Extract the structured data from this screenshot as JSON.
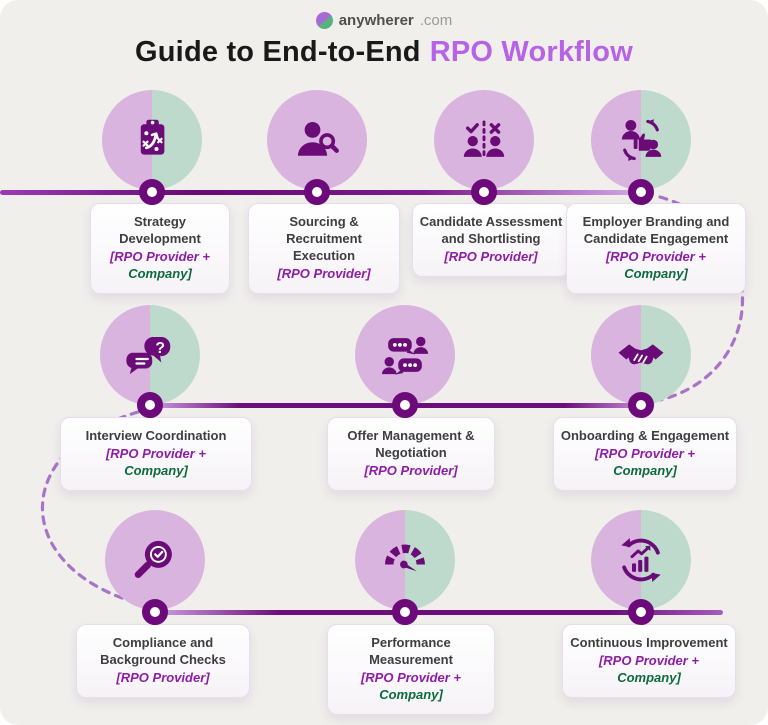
{
  "brand": {
    "name": "anywherer",
    "suffix": ".com",
    "logo_icon": "anywherer-logo-icon"
  },
  "title": {
    "prefix": "Guide to End-to-End",
    "highlight": "RPO Workflow"
  },
  "colors": {
    "background": "#f0efec",
    "timeline_purple": "#6b0d7a",
    "circle_lavender": "#d9b4de",
    "circle_teal": "#bedacd",
    "icon_purple": "#6a0b77",
    "provider_text": "#8e1da6",
    "company_text": "#0c6b3d",
    "title_highlight": "#b763e6",
    "connector_dash": "#a873c8"
  },
  "steps": [
    {
      "title": "Strategy Development",
      "role_line1": "[RPO Provider +",
      "role_line2": "Company]",
      "icon": "strategy-clipboard-icon",
      "circle": "split"
    },
    {
      "title": "Sourcing & Recruitment Execution",
      "role_line1": "[RPO Provider]",
      "role_line2": "",
      "icon": "person-search-icon",
      "circle": "solid"
    },
    {
      "title": "Candidate Assessment and Shortlisting",
      "role_line1": "[RPO Provider]",
      "role_line2": "",
      "icon": "candidate-check-x-icon",
      "circle": "solid"
    },
    {
      "title": "Employer Branding and Candidate Engagement",
      "role_line1": "[RPO Provider +",
      "role_line2": "Company]",
      "icon": "people-thumbs-up-icon",
      "circle": "split"
    },
    {
      "title": "Interview Coordination",
      "role_line1": "[RPO Provider +",
      "role_line2": "Company]",
      "icon": "chat-question-icon",
      "circle": "split"
    },
    {
      "title": "Offer Management & Negotiation",
      "role_line1": "[RPO Provider]",
      "role_line2": "",
      "icon": "negotiation-chat-icon",
      "circle": "solid"
    },
    {
      "title": "Onboarding & Engagement",
      "role_line1": "[RPO Provider +",
      "role_line2": "Company]",
      "icon": "handshake-icon",
      "circle": "split"
    },
    {
      "title": "Compliance and Background Checks",
      "role_line1": "[RPO Provider]",
      "role_line2": "",
      "icon": "magnifier-check-icon",
      "circle": "solid"
    },
    {
      "title": "Performance Measurement",
      "role_line1": "[RPO Provider +",
      "role_line2": "Company]",
      "icon": "gauge-icon",
      "circle": "split"
    },
    {
      "title": "Continuous Improvement",
      "role_line1": "[RPO Provider +",
      "role_line2": "Company]",
      "icon": "chart-refresh-icon",
      "circle": "split"
    }
  ]
}
